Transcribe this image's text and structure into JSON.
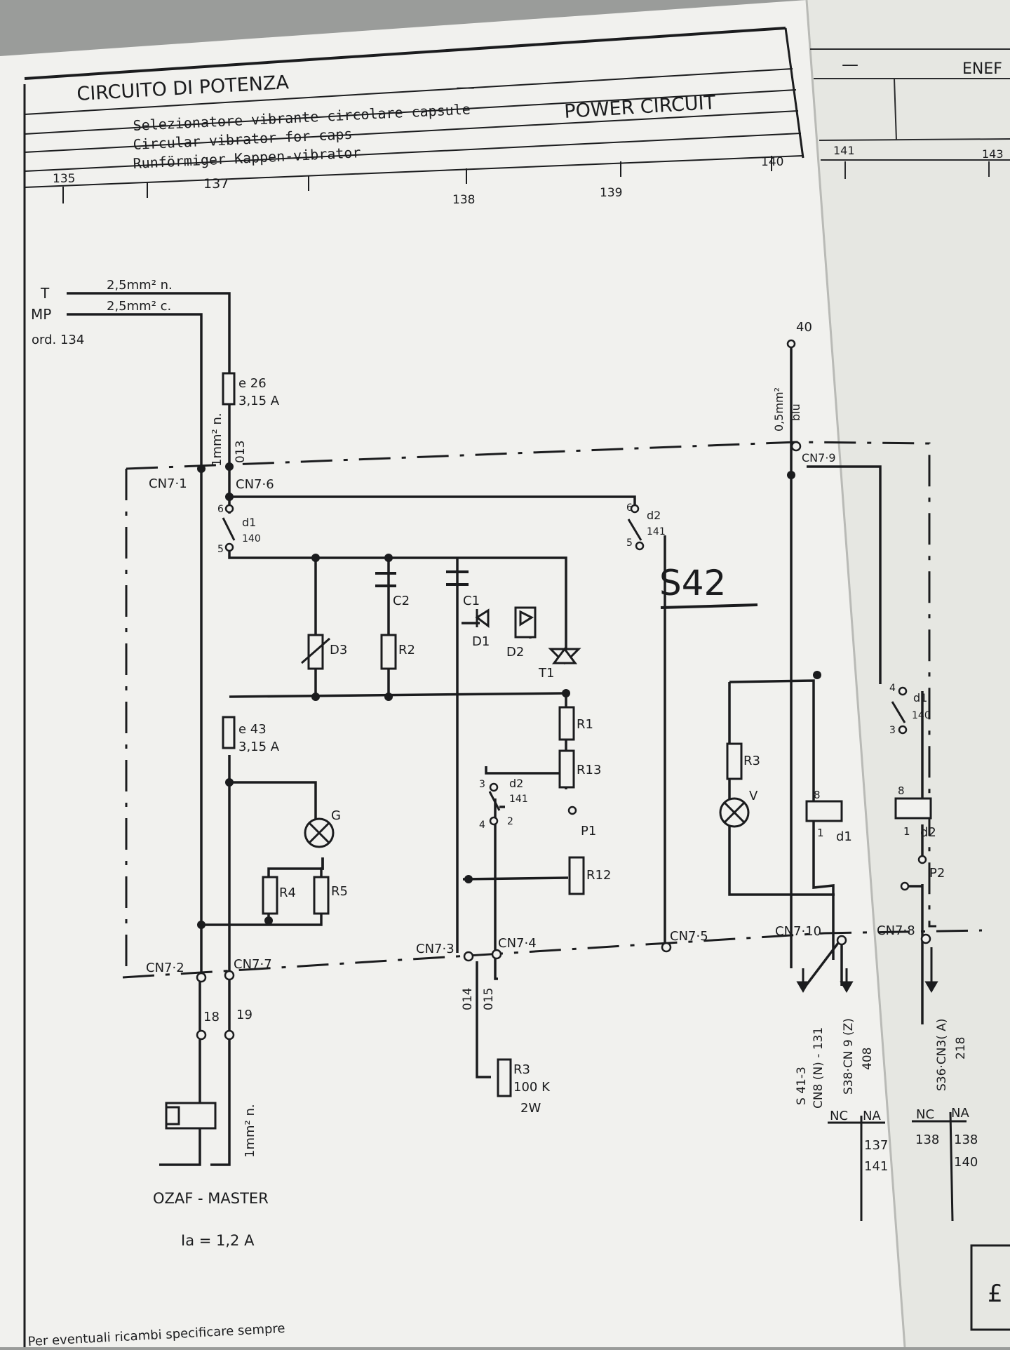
{
  "title_block": {
    "title_it": "CIRCUITO DI POTENZA",
    "dash": "—",
    "title_en": "POWER CIRCUIT",
    "subtitle_it": "Selezionatore vibrante circolare capsule",
    "subtitle_en": "Circular vibrator for caps",
    "subtitle_de": "Runförmiger Kappen-vibrator",
    "ruler": [
      "135",
      "137",
      "138",
      "139",
      "140"
    ]
  },
  "adjacent_sheet": {
    "dash": "—",
    "title_fragment": "ENEF",
    "ruler": [
      "141",
      "143"
    ],
    "corner_mark": "£"
  },
  "sheet_label": "S42",
  "supply": {
    "line_t": "T",
    "line_mp": "MP",
    "ord": "ord. 134",
    "wire_t": "2,5mm² n.",
    "wire_mp": "2,5mm² c.",
    "wire_1mm": "1mm² n.",
    "wire_013": "013",
    "wire_05": "0,5mm²",
    "wire_blu": "blu",
    "terminal_40": "40",
    "wire_014": "014",
    "wire_015": "015",
    "wire_18": "18",
    "wire_19": "19",
    "wire_1mm_bottom": "1mm² n."
  },
  "connectors": {
    "cn7_1": "CN7·1",
    "cn7_6": "CN7·6",
    "cn7_9": "CN7·9",
    "cn7_2": "CN7·2",
    "cn7_7": "CN7·7",
    "cn7_3": "CN7·3",
    "cn7_4": "CN7·4",
    "cn7_5": "CN7·5",
    "cn7_10": "CN7·10",
    "cn7_8": "CN7·8"
  },
  "components": {
    "fuse_e26": "e 26",
    "fuse_e26_rating": "3,15 A",
    "fuse_e43": "e 43",
    "fuse_e43_rating": "3,15 A",
    "c2": "C2",
    "c1": "C1",
    "d3": "D3",
    "r2": "R2",
    "d1": "D1",
    "d2": "D2",
    "t1": "T1",
    "r1": "R1",
    "r13": "R13",
    "p1": "P1",
    "r12": "R12",
    "g": "G",
    "r4": "R4",
    "r5": "R5",
    "r3": "R3",
    "v": "V",
    "r3_pot": "R3",
    "r3_value": "100 K",
    "r3_power": "2W",
    "p2": "P2",
    "coil_d1": "d1",
    "coil_d2": "d2",
    "coil_pin_top": "8",
    "coil_pin_bottom": "1"
  },
  "contacts": {
    "d1_top_name": "d1",
    "d1_top_ref": "140",
    "d1_top_a": "6",
    "d1_top_b": "5",
    "d2_top_name": "d2",
    "d2_top_ref": "141",
    "d2_top_a": "6",
    "d2_top_b": "5",
    "d2_mid_name": "d2",
    "d2_mid_ref": "141",
    "d2_mid_a": "3",
    "d2_mid_b": "4",
    "d2_mid_c": "2",
    "d1_right_name": "d1",
    "d1_right_ref": "140",
    "d1_right_a": "4",
    "d1_right_b": "3"
  },
  "motor": {
    "name": "OZAF - MASTER",
    "current": "Ia = 1,2 A"
  },
  "outputs": {
    "out1_a": "S 41-3",
    "out1_b": "CN8 (N) - 131",
    "out2_a": "S38·CN 9 (Z)",
    "out2_b": "408",
    "out3_a": "S36·CN3( A)",
    "out3_b": "218"
  },
  "contact_tables": [
    {
      "nc": "NC",
      "na": "NA",
      "left": [],
      "right": [
        "137",
        "141"
      ]
    },
    {
      "nc": "NC",
      "na": "NA",
      "left": [
        "138"
      ],
      "right": [
        "138",
        "140"
      ]
    }
  ],
  "footer_note": "Per eventuali ricambi specificare sempre"
}
